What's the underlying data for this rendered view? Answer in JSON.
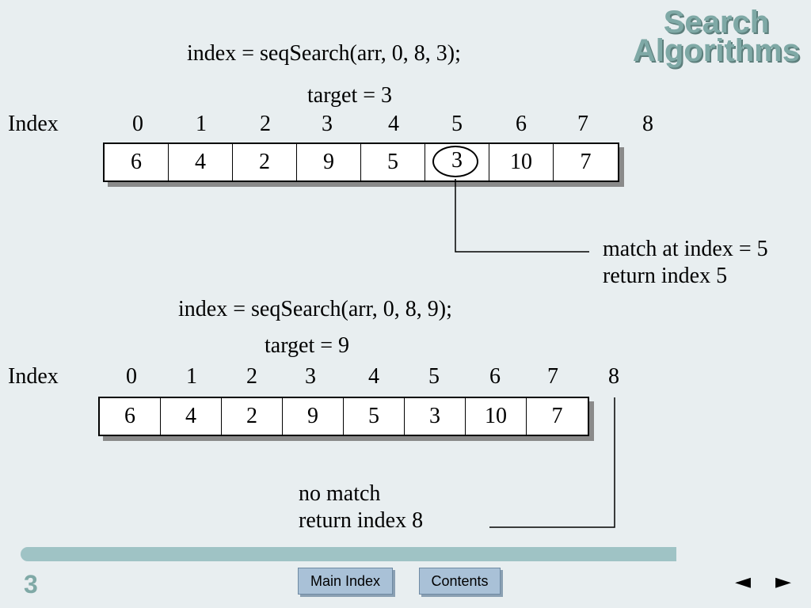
{
  "header": {
    "title_line1": "Search",
    "title_line2": "Algorithms"
  },
  "example1": {
    "call": "index = seqSearch(arr, 0, 8, 3);",
    "target": "target = 3",
    "index_label": "Index",
    "indices": [
      "0",
      "1",
      "2",
      "3",
      "4",
      "5",
      "6",
      "7",
      "8"
    ],
    "values": [
      "6",
      "4",
      "2",
      "9",
      "5",
      "3",
      "10",
      "7"
    ],
    "note_line1": "match at index = 5",
    "note_line2": "return index 5"
  },
  "example2": {
    "call": "index = seqSearch(arr, 0, 8, 9);",
    "target": "target = 9",
    "index_label": "Index",
    "indices": [
      "0",
      "1",
      "2",
      "3",
      "4",
      "5",
      "6",
      "7",
      "8"
    ],
    "values": [
      "6",
      "4",
      "2",
      "9",
      "5",
      "3",
      "10",
      "7"
    ],
    "note_line1": "no match",
    "note_line2": "return index 8"
  },
  "footer": {
    "page_number": "3",
    "main_index_label": "Main Index",
    "contents_label": "Contents",
    "prev_arrow": "◄",
    "next_arrow": "►"
  },
  "colors": {
    "title": "#7fa9a6",
    "progress": "#9fc3c5",
    "button": "#a9c1d7"
  }
}
